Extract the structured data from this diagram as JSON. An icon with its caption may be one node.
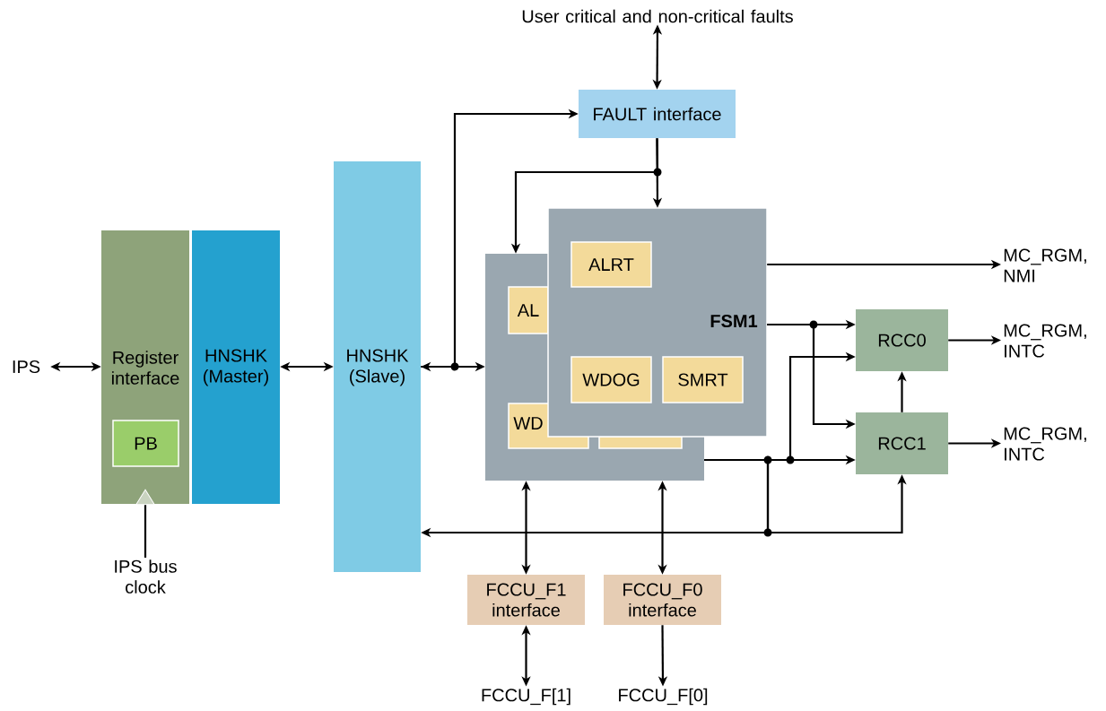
{
  "diagram": {
    "nodes": [
      {
        "text": [
          "User critical and non-critical faults"
        ]
      },
      {
        "text": [
          "FAULT interface"
        ]
      },
      {
        "text": [
          "IPS"
        ]
      },
      {
        "text": [
          "Register interface"
        ]
      },
      {
        "text": [
          "PB"
        ],
        "in": 3
      },
      {
        "text": [
          "HNSHK (Master)"
        ]
      },
      {
        "text": [
          "IPS bus clock"
        ]
      },
      {
        "text": [
          "HNSHK (Slave)"
        ]
      },
      {
        "text": [],
        "shape": "box"
      },
      {
        "text": [
          "AL"
        ],
        "in": 8
      },
      {
        "text": [
          "WD"
        ],
        "in": 8
      },
      {
        "text": [],
        "shape": "box",
        "in": 8
      },
      {
        "text": [
          "FSM1"
        ]
      },
      {
        "text": [
          "ALRT"
        ],
        "in": 12
      },
      {
        "text": [
          "WDOG"
        ]
      },
      {
        "text": [
          "SMRT"
        ],
        "in": 12
      },
      {
        "text": [
          "MC_RGM, NMI"
        ]
      },
      {
        "text": [
          "RCC0"
        ]
      },
      {
        "text": [
          "RCC1"
        ]
      },
      {
        "text": [
          "MC_RGM, INTC"
        ]
      },
      {
        "text": [
          "MC_RGM, INTC"
        ]
      },
      {
        "text": [
          "FCCU_F1 interface"
        ]
      },
      {
        "text": [
          "FCCU_F0 interface"
        ]
      },
      {
        "text": [
          "FCCU_F[1]"
        ]
      },
      {
        "text": [
          "FCCU_F[0]"
        ]
      }
    ],
    "edges": [
      {
        "from": 0,
        "to": 1,
        "arrow": "both"
      },
      {
        "from": 1,
        "to": 12,
        "arrow": "to"
      },
      {
        "from": 1,
        "to": 8,
        "arrow": "to"
      },
      {
        "from": 2,
        "to": 3,
        "arrow": "both"
      },
      {
        "from": 5,
        "to": 7,
        "arrow": "both"
      },
      {
        "from": 7,
        "to": 8,
        "arrow": "both"
      },
      {
        "from": 7,
        "to": 1,
        "arrow": "to"
      },
      {
        "from": 12,
        "to": 16,
        "arrow": "to"
      },
      {
        "from": 12,
        "to": 17,
        "arrow": "to"
      },
      {
        "from": 12,
        "to": 18,
        "arrow": "to"
      },
      {
        "from": 8,
        "to": 18,
        "arrow": "to"
      },
      {
        "from": 8,
        "to": 17,
        "arrow": "to"
      },
      {
        "from": 8,
        "to": 7,
        "arrow": "to"
      },
      {
        "from": 8,
        "to": 18,
        "arrow": "to"
      },
      {
        "from": 18,
        "to": 17,
        "arrow": "to"
      },
      {
        "from": 17,
        "to": 19,
        "arrow": "to"
      },
      {
        "from": 18,
        "to": 20,
        "arrow": "to"
      },
      {
        "from": 8,
        "to": 21,
        "arrow": "both"
      },
      {
        "from": 8,
        "to": 22,
        "arrow": "both"
      },
      {
        "from": 21,
        "to": 23,
        "arrow": "both"
      },
      {
        "from": 22,
        "to": 24,
        "arrow": "to"
      },
      {
        "from": 6,
        "to": 3,
        "arrow": "to"
      }
    ]
  }
}
